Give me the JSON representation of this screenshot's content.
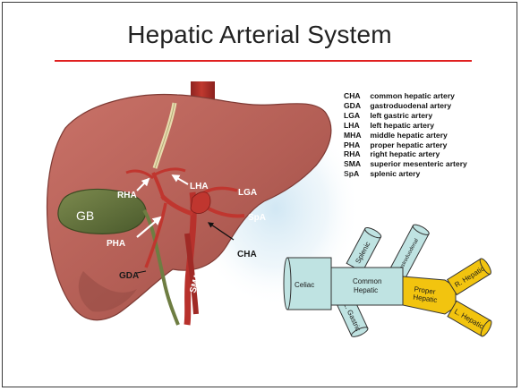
{
  "title": "Hepatic Arterial System",
  "legend": [
    {
      "abbr": "CHA",
      "text": "common hepatic artery"
    },
    {
      "abbr": "GDA",
      "text": "gastroduodenal artery"
    },
    {
      "abbr": "LGA",
      "text": "left gastric artery"
    },
    {
      "abbr": "LHA",
      "text": "left hepatic artery"
    },
    {
      "abbr": "MHA",
      "text": "middle hepatic artery"
    },
    {
      "abbr": "PHA",
      "text": "proper hepatic artery"
    },
    {
      "abbr": "RHA",
      "text": "right hepatic artery"
    },
    {
      "abbr": "SMA",
      "text": "superior mesenteric artery"
    },
    {
      "abbr": "SpA",
      "text": "splenic artery"
    }
  ],
  "illustration": {
    "gb": "GB",
    "rha": "RHA",
    "lha": "LHA",
    "lga": "LGA",
    "spa": "SpA",
    "pha": "PHA",
    "cha": "CHA",
    "gda": "GDA",
    "sma": "SMA"
  },
  "diagram": {
    "celiac": "Celiac",
    "common_hepatic_1": "Common",
    "common_hepatic_2": "Hepatic",
    "splenic": "Splenic",
    "gastroduodenal": "Gastroduodenal",
    "l_gastric": "L. Gastric",
    "proper_hepatic_1": "Proper",
    "proper_hepatic_2": "Hepatic",
    "r_hepatic": "R. Hepatic",
    "l_hepatic": "L. Hepatic"
  },
  "colors": {
    "title_rule": "#e02020",
    "liver": "#b86158",
    "gallbladder": "#5d6e3a",
    "artery": "#b8312c",
    "diagram_blue": "#bfe3e2",
    "diagram_yellow": "#f2c40f"
  }
}
